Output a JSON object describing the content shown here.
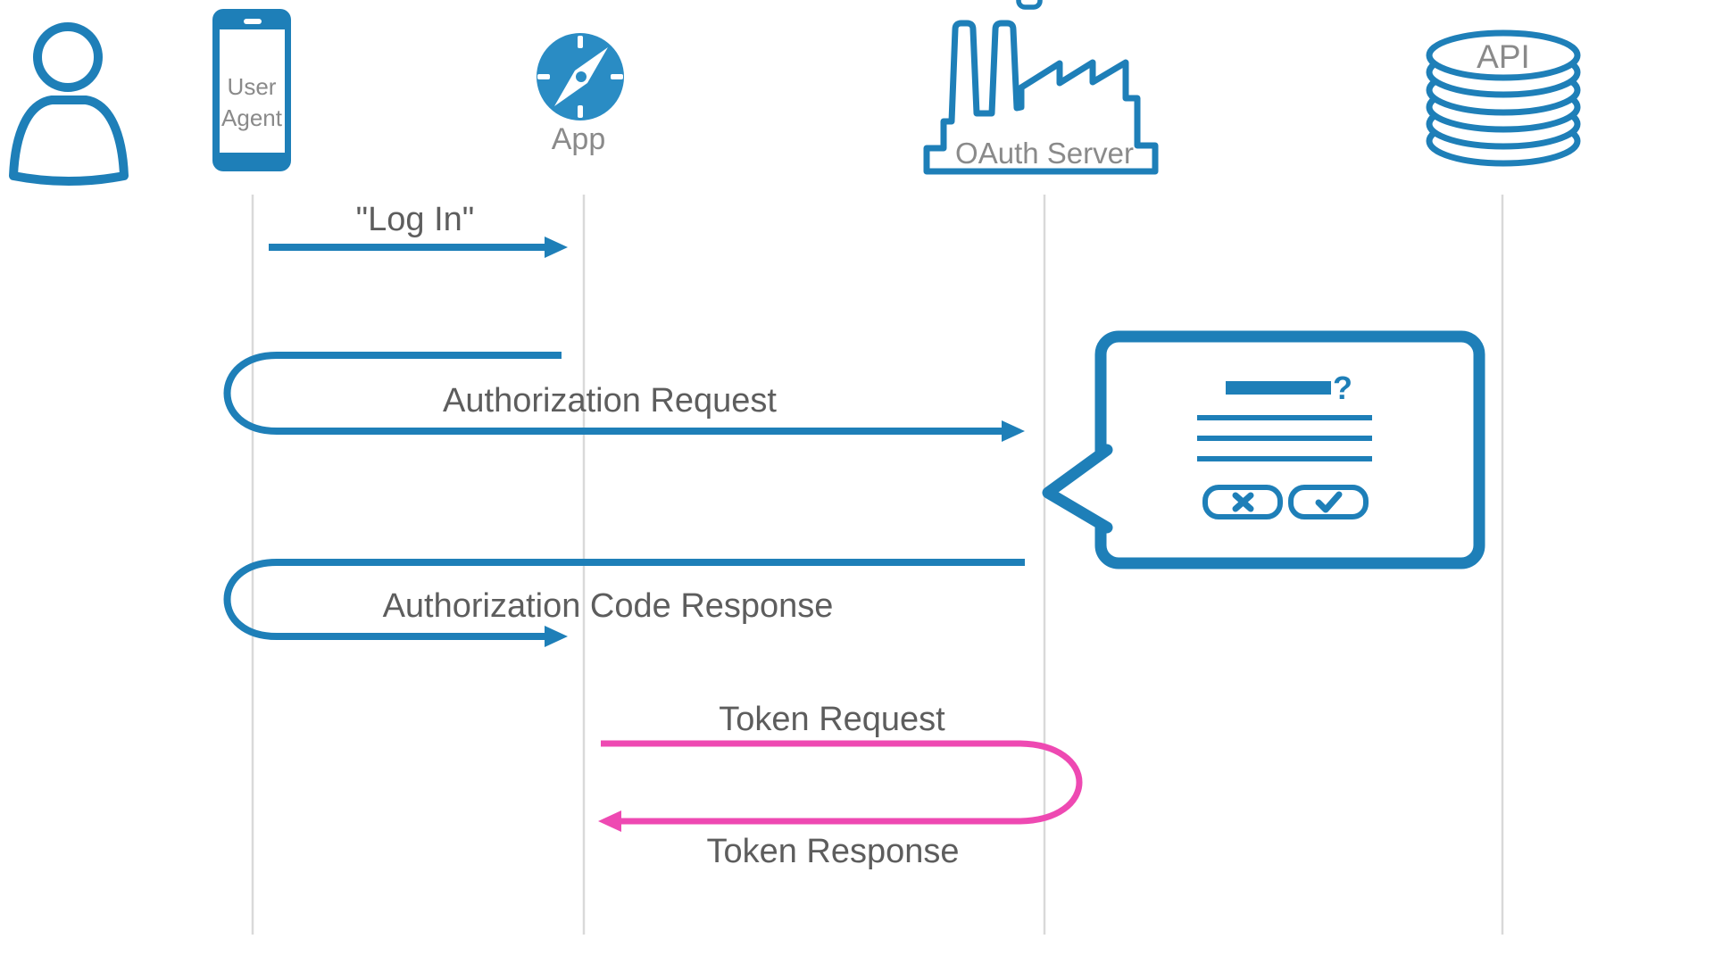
{
  "colors": {
    "blue": "#1e7fb8",
    "compass_blue": "#2a8cc4",
    "pink": "#ee49b2",
    "icon_label_gray": "#8a8a8a",
    "message_label_gray": "#5d5d5d",
    "lifeline_gray": "#d9d9d9",
    "white": "#ffffff"
  },
  "actors": [
    {
      "id": "user",
      "icon": "person-icon",
      "label": ""
    },
    {
      "id": "user-agent",
      "icon": "smartphone-icon",
      "label": "User Agent",
      "lines": [
        "User",
        "Agent"
      ]
    },
    {
      "id": "app",
      "icon": "compass-icon",
      "label": "App"
    },
    {
      "id": "oauth-server",
      "icon": "factory-icon",
      "label": "OAuth Server"
    },
    {
      "id": "api",
      "icon": "database-stack-icon",
      "label": "API"
    }
  ],
  "messages": [
    {
      "label": "\"Log In\"",
      "from": "User Agent",
      "to": "App",
      "style": "straight-right",
      "color": "blue"
    },
    {
      "label": "Authorization Request",
      "from": "App",
      "to": "OAuth Server",
      "style": "u-turn-left",
      "color": "blue"
    },
    {
      "label": "Authorization Code Response",
      "from": "OAuth Server",
      "to": "App",
      "style": "u-turn-left",
      "color": "blue"
    },
    {
      "label": "Token Request",
      "from": "App",
      "to": "OAuth Server",
      "style": "u-turn-right-top",
      "color": "pink"
    },
    {
      "label": "Token Response",
      "from": "OAuth Server",
      "to": "App",
      "style": "u-turn-right-bottom",
      "color": "pink"
    }
  ],
  "consent_dialog": {
    "question_mark": "?",
    "title_bar": "filled-bar",
    "text_lines": 3,
    "deny_icon": "x",
    "approve_icon": "check"
  }
}
